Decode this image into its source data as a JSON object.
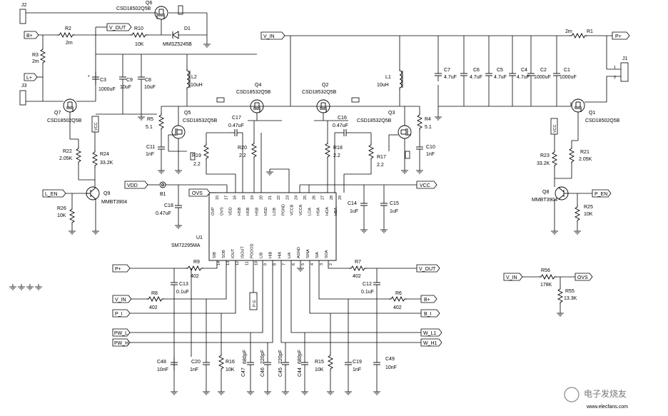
{
  "nets": {
    "vout": "V_OUT",
    "vin": "V_IN",
    "bplus": "B+",
    "pplus": "P+",
    "lplus": "L+",
    "vcc": "VCC",
    "vdd": "VDD",
    "ovs": "OVS",
    "l_en": "L_EN",
    "p_en": "P_EN",
    "p_i": "P_I",
    "b_i": "B_I",
    "pw_l": "PW_L",
    "pw_h": "PW_H",
    "w_l1": "W_L1",
    "w_h1": "W_H1",
    "pg": "P G"
  },
  "connectors": {
    "j1": "J1",
    "j2": "J2",
    "j3": "J3",
    "b1": "B1"
  },
  "ic": {
    "ref": "U1",
    "part": "SM72295MA",
    "top_pins": [
      {
        "name": "OVP",
        "num": "15"
      },
      {
        "name": "OVS",
        "num": "17"
      },
      {
        "name": "VDD",
        "num": "16"
      },
      {
        "name": "HSB",
        "num": "18"
      },
      {
        "name": "HSB",
        "num": "19"
      },
      {
        "name": "HSB",
        "num": "20"
      },
      {
        "name": "HSD",
        "num": "21"
      },
      {
        "name": "LOB",
        "num": "22"
      },
      {
        "name": "PGND",
        "num": "23"
      },
      {
        "name": "VCCB",
        "num": "24"
      },
      {
        "name": "VCCA",
        "num": "25"
      },
      {
        "name": "LOA",
        "num": "26"
      },
      {
        "name": "HSA",
        "num": "27"
      },
      {
        "name": "HOA",
        "num": "28"
      },
      {
        "name": "HBA",
        "num": "29"
      }
    ],
    "bottom_pins": [
      {
        "name": "SIB",
        "num": "14"
      },
      {
        "name": "SOB",
        "num": "13"
      },
      {
        "name": "IOUT",
        "num": "12"
      },
      {
        "name": "ISOUT",
        "num": "11"
      },
      {
        "name": "PGOOD",
        "num": "10"
      },
      {
        "name": "LIB",
        "num": "9"
      },
      {
        "name": "HIB",
        "num": "8"
      },
      {
        "name": "HIA",
        "num": "7"
      },
      {
        "name": "LIA",
        "num": "6"
      },
      {
        "name": "AGND",
        "num": "5"
      },
      {
        "name": "SINA",
        "num": "4"
      },
      {
        "name": "SIA",
        "num": "3"
      },
      {
        "name": "SOA",
        "num": "2"
      }
    ]
  },
  "transistors": {
    "q1": {
      "ref": "Q1",
      "part": "CSD18502Q5B"
    },
    "q2": {
      "ref": "Q2",
      "part": "CSD18532Q5B"
    },
    "q3": {
      "ref": "Q3",
      "part": "CSD18532Q5B"
    },
    "q4": {
      "ref": "Q4",
      "part": "CSD18532Q5B"
    },
    "q5": {
      "ref": "Q5",
      "part": "CSD18532Q5B"
    },
    "q6": {
      "ref": "Q6",
      "part": "CSD18502Q5B"
    },
    "q7": {
      "ref": "Q7",
      "part": "CSD18502Q5B"
    },
    "q8": {
      "ref": "Q8",
      "part": "MMBT3904"
    },
    "q9": {
      "ref": "Q9",
      "part": "MMBT3904"
    }
  },
  "diode": {
    "ref": "D1",
    "part": "MMSZ5245B"
  },
  "inductors": {
    "l1": {
      "ref": "L1",
      "value": "10uH"
    },
    "l2": {
      "ref": "L2",
      "value": "10uH"
    }
  },
  "resistors": {
    "r1": {
      "ref": "R1",
      "value": "2m"
    },
    "r2": {
      "ref": "R2",
      "value": "2m"
    },
    "r3": {
      "ref": "R3",
      "value": "2m"
    },
    "r4": {
      "ref": "R4",
      "value": "5.1"
    },
    "r5": {
      "ref": "R5",
      "value": "5.1"
    },
    "r6": {
      "ref": "R6",
      "value": "402"
    },
    "r7": {
      "ref": "R7",
      "value": "402"
    },
    "r8": {
      "ref": "R8",
      "value": "402"
    },
    "r9": {
      "ref": "R9",
      "value": "402"
    },
    "r10": {
      "ref": "R10",
      "value": "10K"
    },
    "r15": {
      "ref": "R15",
      "value": "10K"
    },
    "r16": {
      "ref": "R16",
      "value": "10K"
    },
    "r17": {
      "ref": "R17",
      "value": "2.2"
    },
    "r18": {
      "ref": "R18",
      "value": "2.2"
    },
    "r19": {
      "ref": "R19",
      "value": "2.2"
    },
    "r20": {
      "ref": "R20",
      "value": "2.2"
    },
    "r21": {
      "ref": "R21",
      "value": "2.05K"
    },
    "r22": {
      "ref": "R22",
      "value": "2.05K"
    },
    "r23": {
      "ref": "R23",
      "value": "33.2K"
    },
    "r24": {
      "ref": "R24",
      "value": "33.2K"
    },
    "r25": {
      "ref": "R25",
      "value": "10K"
    },
    "r26": {
      "ref": "R26",
      "value": "10K"
    },
    "r55": {
      "ref": "R55",
      "value": "13.3K"
    },
    "r56": {
      "ref": "R56",
      "value": "178K"
    }
  },
  "capacitors": {
    "c1": {
      "ref": "C1",
      "value": "1000uF"
    },
    "c2": {
      "ref": "C2",
      "value": "1000uF"
    },
    "c3": {
      "ref": "C3",
      "value": "1000uF"
    },
    "c4": {
      "ref": "C4",
      "value": "4.7uF"
    },
    "c5": {
      "ref": "C5",
      "value": "4.7uF"
    },
    "c6": {
      "ref": "C6",
      "value": "4.7uF"
    },
    "c7": {
      "ref": "C7",
      "value": "4.7uF"
    },
    "c8": {
      "ref": "C8",
      "value": "10uF"
    },
    "c9": {
      "ref": "C9",
      "value": "10uF"
    },
    "c10": {
      "ref": "C10",
      "value": "1nF"
    },
    "c11": {
      "ref": "C11",
      "value": "1nF"
    },
    "c12": {
      "ref": "C12",
      "value": "0.1uF"
    },
    "c13": {
      "ref": "C13",
      "value": "0.1uF"
    },
    "c14": {
      "ref": "C14",
      "value": "1uF"
    },
    "c15": {
      "ref": "C15",
      "value": "1uF"
    },
    "c16": {
      "ref": "C16",
      "value": "0.47uF"
    },
    "c17": {
      "ref": "C17",
      "value": "0.47uF"
    },
    "c18": {
      "ref": "C18",
      "value": "0.47uF"
    },
    "c19": {
      "ref": "C19",
      "value": "1nF"
    },
    "c20": {
      "ref": "C20",
      "value": "1nF"
    },
    "c44": {
      "ref": "C44",
      "value": "680pF"
    },
    "c45": {
      "ref": "C45",
      "value": "220pF"
    },
    "c46": {
      "ref": "C46",
      "value": "220pF"
    },
    "c47": {
      "ref": "C47",
      "value": "680pF"
    },
    "c48": {
      "ref": "C48",
      "value": "10nF"
    },
    "c49": {
      "ref": "C49",
      "value": "10nF"
    }
  },
  "misc": {
    "pin1": "1",
    "pin2": "2",
    "star": "*"
  },
  "watermark": "电子发烧友",
  "watermark_url": "www.elecfans.com"
}
